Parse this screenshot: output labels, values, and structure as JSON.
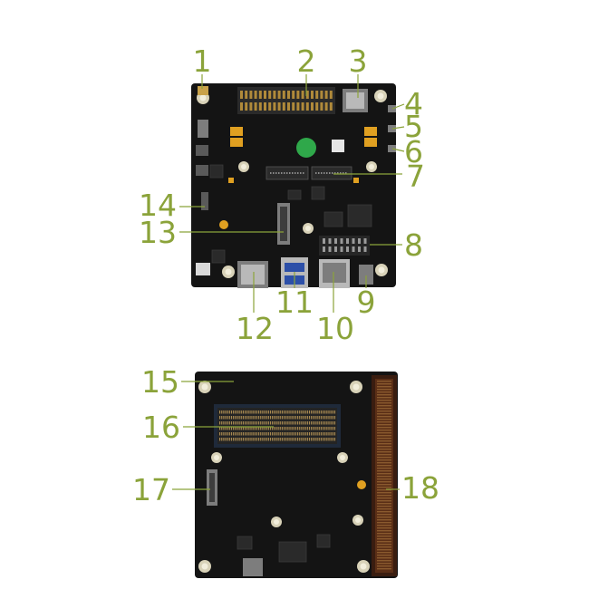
{
  "colors": {
    "label": "#8ba33a",
    "pcb": "#141414",
    "background": "#ffffff"
  },
  "callouts": {
    "c1": "1",
    "c2": "2",
    "c3": "3",
    "c4": "4",
    "c5": "5",
    "c6": "6",
    "c7": "7",
    "c8": "8",
    "c9": "9",
    "c10": "10",
    "c11": "11",
    "c12": "12",
    "c13": "13",
    "c14": "14",
    "c15": "15",
    "c16": "16",
    "c17": "17",
    "c18": "18"
  }
}
